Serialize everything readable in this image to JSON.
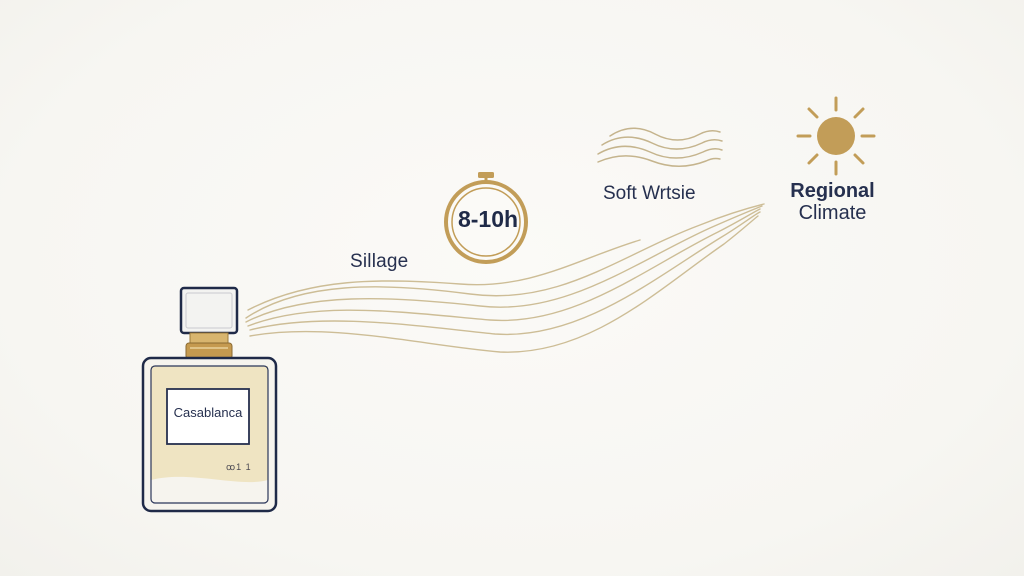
{
  "labels": {
    "sillage": "Sillage",
    "duration": "8-10h",
    "soft_wind": "Soft Wrtsie",
    "regional_line1": "Regional",
    "regional_line2": "Climate",
    "bottle_name": "Casablanca",
    "bottle_code": "ꝏ1 1"
  },
  "icons": {
    "bottle": "perfume-bottle-icon",
    "timer": "stopwatch-icon",
    "wind": "wind-waves-icon",
    "sun": "sun-icon"
  },
  "colors": {
    "gold": "#c29d58",
    "navy": "#1f2a48",
    "liquid": "#efe4c2",
    "trail": "#cdbd96"
  }
}
